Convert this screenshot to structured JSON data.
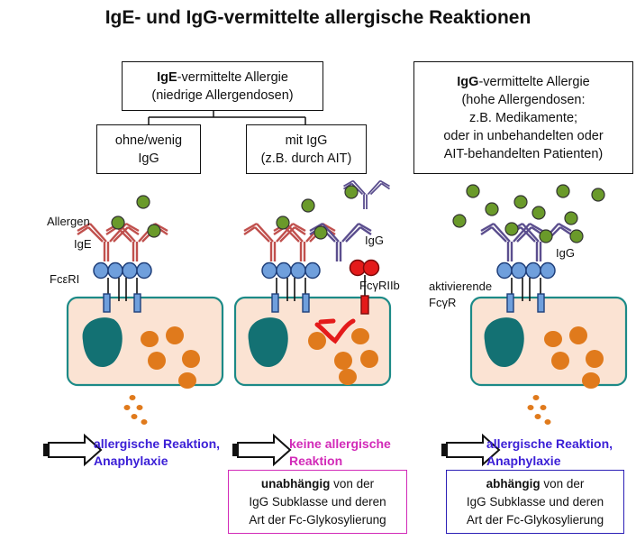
{
  "title": "IgE- und IgG-vermittelte allergische Reaktionen",
  "boxes": {
    "ige_main_bold": "IgE",
    "ige_main_rest": "-vermittelte Allergie",
    "ige_main_line2": "(niedrige Allergendosen)",
    "sub_left_line1": "ohne/wenig",
    "sub_left_line2": "IgG",
    "sub_mid_line1": "mit IgG",
    "sub_mid_line2": "(z.B. durch AIT)",
    "igg_main_bold": "IgG",
    "igg_main_rest": "-vermittelte Allergie",
    "igg_main_line2": "(hohe Allergendosen:",
    "igg_main_line3": "z.B. Medikamente;",
    "igg_main_line4": "oder in unbehandelten oder",
    "igg_main_line5": "AIT-behandelten Patienten)"
  },
  "labels": {
    "allergen": "Allergen",
    "ige": "IgE",
    "fceri": "FcεRI",
    "igg_mid": "IgG",
    "fcgriib": "FcγRIIb",
    "igg_right": "IgG",
    "aktivierende": "aktivierende",
    "fcgr": "FcγR"
  },
  "results": {
    "left_line1": "allergische Reaktion,",
    "left_line2": "Anaphylaxie",
    "mid_line1": "keine allergische",
    "mid_line2": "Reaktion",
    "right_line1": "allergische Reaktion,",
    "right_line2": "Anaphylaxie"
  },
  "dependency": {
    "mid_bold": "unabhängig",
    "mid_rest": " von der",
    "mid_line2": "IgG Subklasse und deren",
    "mid_line3": "Art der Fc-Glykosylierung",
    "right_bold": "abhängig",
    "right_rest": " von der",
    "right_line2": "IgG Subklasse und deren",
    "right_line3": "Art der Fc-Glykosylierung"
  },
  "colors": {
    "cell_fill": "#fbe3d3",
    "cell_border": "#1c8a87",
    "nucleus": "#137173",
    "granule": "#e07a1c",
    "allergen": "#6a9a2a",
    "ige": "#c0504d",
    "igg": "#5b4e8e",
    "receptor": "#6f9fdc",
    "fcgriib": "#e41a1a",
    "blue_text": "#3a1ed6",
    "magenta_text": "#d22ab8",
    "magenta_border": "#d22ab8",
    "blue_border": "#2b1fb6"
  }
}
